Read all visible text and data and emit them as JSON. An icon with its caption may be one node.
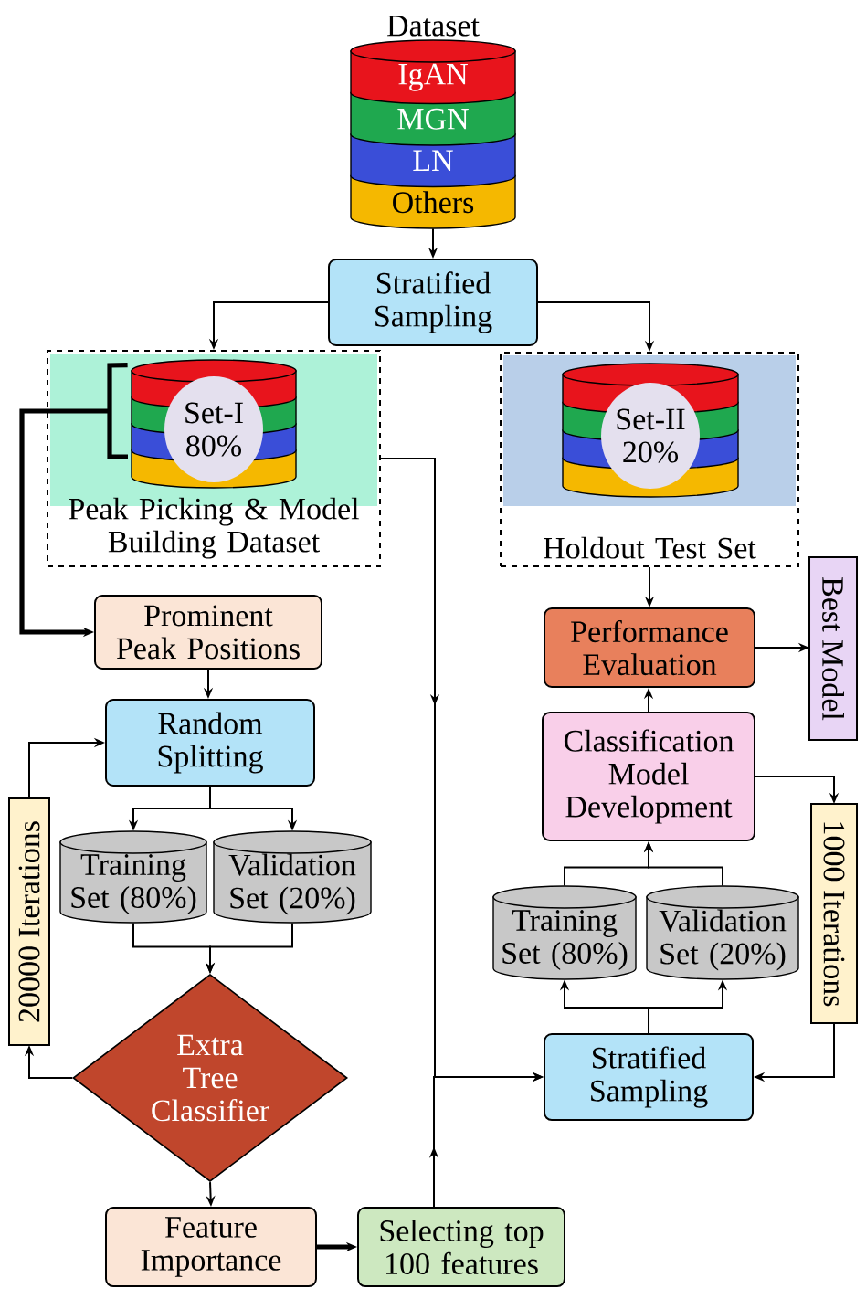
{
  "diagram": {
    "nodes": [
      {
        "text": [
          "Dataset",
          "IgAN",
          "MGN",
          "LN",
          "Others"
        ]
      },
      {
        "text": [
          "Stratified Sampling"
        ]
      },
      {
        "text": [
          "Peak Picking & Model Building Dataset"
        ]
      },
      {
        "text": [
          "Set-I 80%"
        ],
        "in": 2
      },
      {
        "text": [
          "Holdout Test Set"
        ]
      },
      {
        "text": [
          "Set-II 20%"
        ],
        "in": 4
      },
      {
        "text": [
          "Prominent Peak Positions"
        ]
      },
      {
        "text": [
          "Random Splitting"
        ]
      },
      {
        "text": [
          "Training Set (80%)"
        ]
      },
      {
        "text": [
          "Validation Set (20%)"
        ]
      },
      {
        "text": [
          "Extra Tree Classifier"
        ]
      },
      {
        "text": [
          "Feature Importance"
        ]
      },
      {
        "text": [
          "Selecting top 100 features"
        ]
      },
      {
        "text": [
          "20000 Iterations"
        ]
      },
      {
        "text": [
          "Performance Evaluation"
        ]
      },
      {
        "text": [
          "Best Model"
        ]
      },
      {
        "text": [
          "Classification Model Development"
        ]
      },
      {
        "text": [
          "1000 Iterations"
        ]
      },
      {
        "text": [
          "Training Set (80%)"
        ]
      },
      {
        "text": [
          "Validation Set (20%)"
        ]
      },
      {
        "text": [
          "Stratified Sampling"
        ]
      }
    ],
    "edges": [
      {
        "from": 0,
        "to": 1,
        "arrow": "to"
      },
      {
        "from": 1,
        "to": 2,
        "arrow": "to"
      },
      {
        "from": 1,
        "to": 4,
        "arrow": "to"
      },
      {
        "from": 3,
        "to": 6,
        "arrow": "to",
        "style": "thick"
      },
      {
        "from": 6,
        "to": 7,
        "arrow": "to"
      },
      {
        "from": 7,
        "to": 8,
        "arrow": "to"
      },
      {
        "from": 7,
        "to": 9,
        "arrow": "to"
      },
      {
        "from": 8,
        "to": 10,
        "arrow": "to"
      },
      {
        "from": 9,
        "to": 10,
        "arrow": "to"
      },
      {
        "from": 10,
        "to": 13,
        "arrow": "to"
      },
      {
        "from": 13,
        "to": 7,
        "arrow": "to"
      },
      {
        "from": 10,
        "to": 11,
        "arrow": "to"
      },
      {
        "from": 11,
        "to": 12,
        "arrow": "to",
        "style": "thick"
      },
      {
        "from": 2,
        "to": 20,
        "arrow": "to"
      },
      {
        "from": 12,
        "to": 20,
        "arrow": "to"
      },
      {
        "from": 4,
        "to": 14,
        "arrow": "to"
      },
      {
        "from": 14,
        "to": 15,
        "arrow": "to"
      },
      {
        "from": 16,
        "to": 14,
        "arrow": "to"
      },
      {
        "from": 16,
        "to": 17,
        "arrow": "to"
      },
      {
        "from": 17,
        "to": 20,
        "arrow": "to"
      },
      {
        "from": 20,
        "to": 18,
        "arrow": "to"
      },
      {
        "from": 20,
        "to": 19,
        "arrow": "to"
      },
      {
        "from": 18,
        "to": 16,
        "arrow": "to"
      },
      {
        "from": 19,
        "to": 16,
        "arrow": "to"
      }
    ]
  }
}
